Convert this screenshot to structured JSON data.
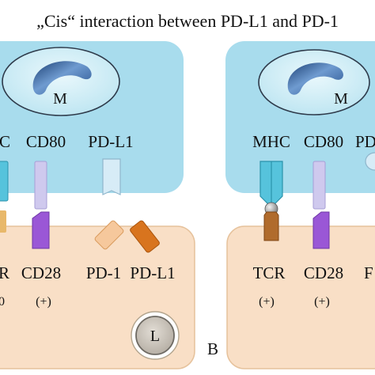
{
  "title": "„Cis“ interaction between PD-L1 and PD-1",
  "panel_a": {
    "apc_nucleus": "M",
    "apc_molecules": [
      "C",
      "CD80",
      "PD-L1"
    ],
    "lymph_molecules": [
      "R",
      "CD28",
      "PD-1",
      "PD-L1"
    ],
    "signs": [
      "0",
      "(+)"
    ],
    "lymph_nucleus": "L"
  },
  "panel_b": {
    "label": "B",
    "apc_nucleus": "M",
    "apc_molecules": [
      "MHC",
      "CD80",
      "PD"
    ],
    "lymph_molecules": [
      "TCR",
      "CD28",
      "F"
    ],
    "signs": [
      "(+)",
      "(+)"
    ]
  },
  "colors": {
    "apc_cell": "#a8dced",
    "lymph_cell": "#f9dfc6",
    "mhc": "#56c3dc",
    "cd80": "#cfc9ee",
    "pdl1_apc": "#d7ecf7",
    "cd28": "#9a57d6",
    "pd1": "#f6c89c",
    "pdl1_lymph": "#d8741e",
    "tcr": "#b06b2c",
    "panel_b_label": "#1f4e9a"
  }
}
